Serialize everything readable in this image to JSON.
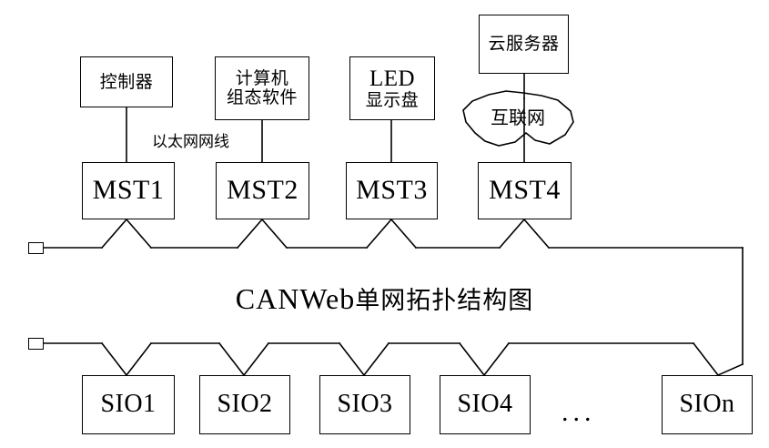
{
  "diagram": {
    "title_latin": "CANWeb",
    "title_cjk": "单网拓扑结构图",
    "ellipsis": "...",
    "link_label": "以太网网线",
    "cloud_label": "互联网"
  },
  "sources": [
    {
      "id": "controller",
      "lines": [
        "控制器"
      ]
    },
    {
      "id": "computer-hmi",
      "lines": [
        "计算机",
        "组态软件"
      ]
    },
    {
      "id": "led-display",
      "latin": "LED",
      "lines": [
        "显示盘"
      ]
    },
    {
      "id": "cloud-server",
      "lines": [
        "云服务器"
      ]
    }
  ],
  "masters": [
    {
      "id": "mst1",
      "label": "MST1"
    },
    {
      "id": "mst2",
      "label": "MST2"
    },
    {
      "id": "mst3",
      "label": "MST3"
    },
    {
      "id": "mst4",
      "label": "MST4"
    }
  ],
  "slaves": [
    {
      "id": "sio1",
      "label": "SIO1"
    },
    {
      "id": "sio2",
      "label": "SIO2"
    },
    {
      "id": "sio3",
      "label": "SIO3"
    },
    {
      "id": "sio4",
      "label": "SIO4"
    },
    {
      "id": "sion",
      "label": "SIOn"
    }
  ],
  "terminators": [
    {
      "id": "terminator-top"
    },
    {
      "id": "terminator-bottom"
    }
  ],
  "colors": {
    "stroke": "#000000",
    "background": "#ffffff"
  }
}
